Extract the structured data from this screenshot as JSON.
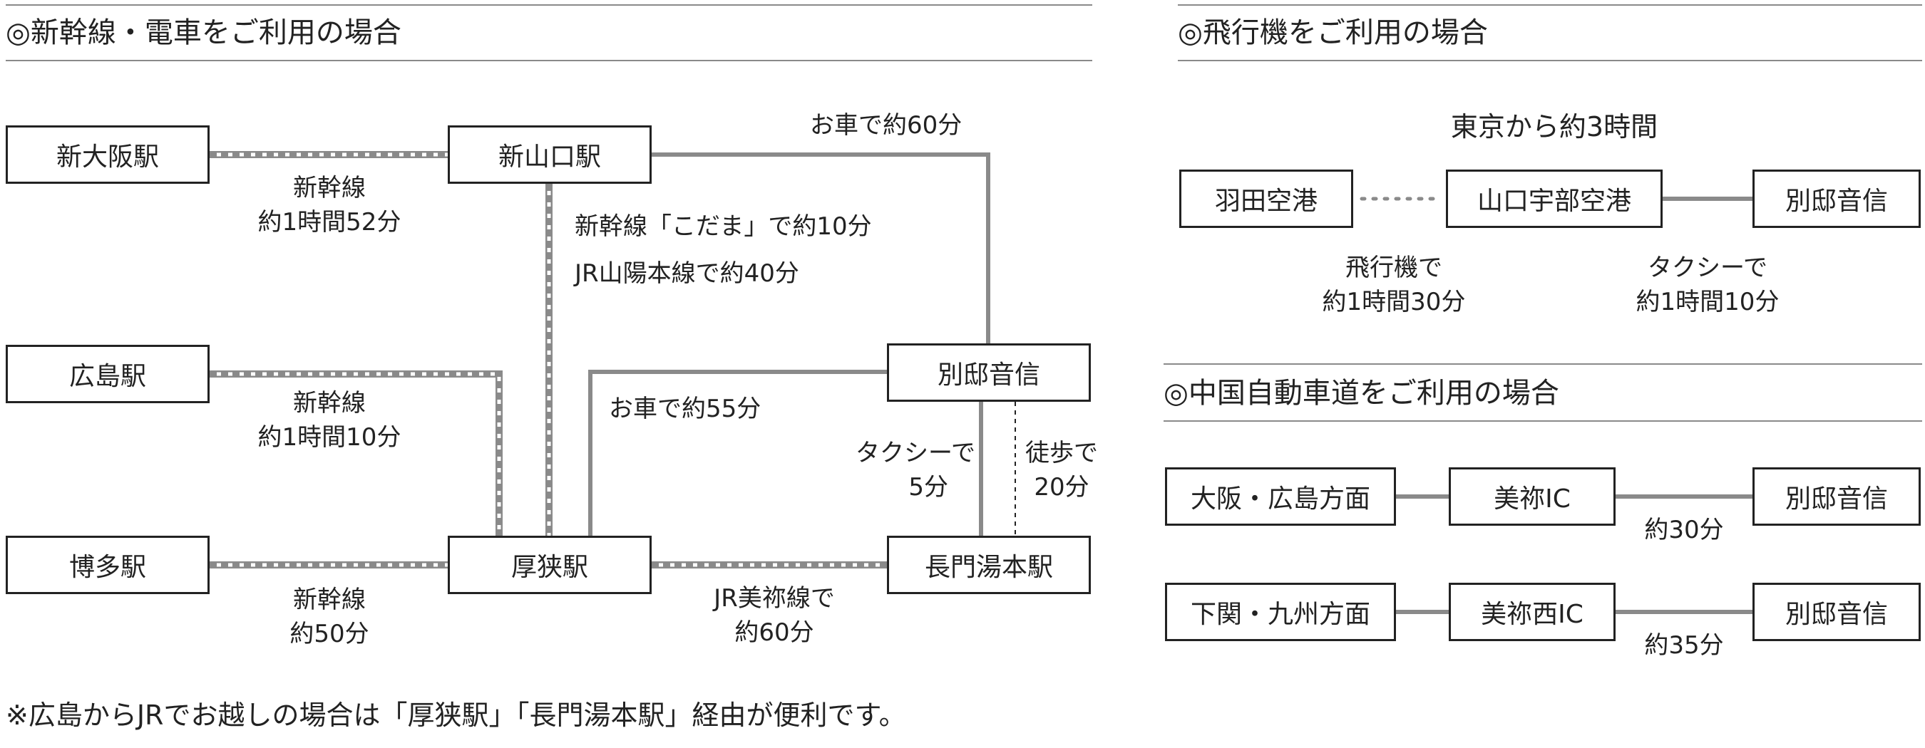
{
  "colors": {
    "text": "#222222",
    "box_border": "#222222",
    "road_line": "#8a8a8a",
    "rail_edge": "#8a8a8a",
    "rule": "#8a8a8a"
  },
  "train_section": {
    "title": "◎新幹線・電車をご利用の場合",
    "stations": {
      "shin_osaka": "新大阪駅",
      "shin_yamaguchi": "新山口駅",
      "hiroshima": "広島駅",
      "hakata": "博多駅",
      "asa": "厚狭駅",
      "nagato_yumoto": "長門湯本駅",
      "otozure": "別邸音信"
    },
    "routes": {
      "osaka_shinkansen": [
        "新幹線",
        "約1時間52分"
      ],
      "hiroshima_shinkansen": [
        "新幹線",
        "約1時間10分"
      ],
      "hakata_shinkansen": [
        "新幹線",
        "約50分"
      ],
      "yamaguchi_kodama": "新幹線「こだま」で約10分",
      "yamaguchi_sanyo": "JR山陽本線で約40分",
      "yamaguchi_car": "お車で約60分",
      "asa_car": "お車で約55分",
      "mine_line": [
        "JR美祢線で",
        "約60分"
      ],
      "taxi": [
        "タクシーで",
        "5分"
      ],
      "walk": [
        "徒歩で",
        "20分"
      ]
    },
    "note": "※広島からJRでお越しの場合は「厚狭駅」「長門湯本駅」経由が便利です。"
  },
  "air_section": {
    "title": "◎飛行機をご利用の場合",
    "caption": "東京から約3時間",
    "stops": [
      "羽田空港",
      "山口宇部空港",
      "別邸音信"
    ],
    "legs": [
      [
        "飛行機で",
        "約1時間30分"
      ],
      [
        "タクシーで",
        "約1時間10分"
      ]
    ]
  },
  "expressway_section": {
    "title": "◎中国自動車道をご利用の場合",
    "routes": [
      {
        "origin": "大阪・広島方面",
        "ic": "美祢IC",
        "dest": "別邸音信",
        "time": "約30分"
      },
      {
        "origin": "下関・九州方面",
        "ic": "美祢西IC",
        "dest": "別邸音信",
        "time": "約35分"
      }
    ]
  }
}
